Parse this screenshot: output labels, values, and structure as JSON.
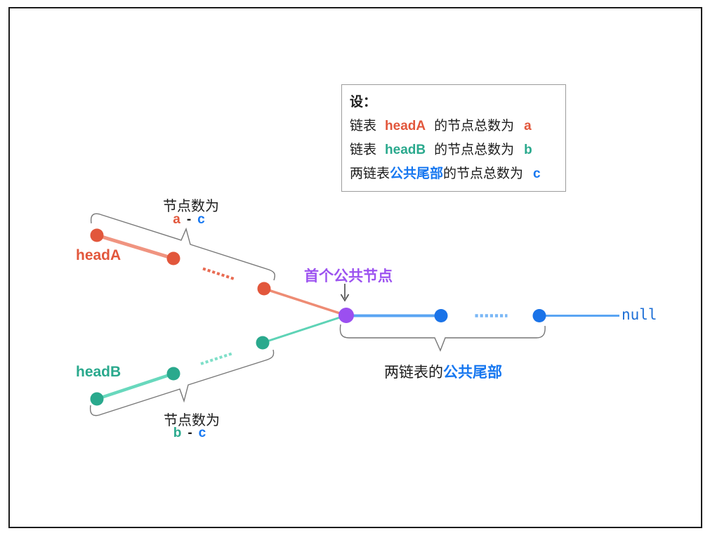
{
  "legend": {
    "title": "设：",
    "line_a": {
      "prefix": "链表",
      "name": "headA",
      "middle": "的节点总数为",
      "value": "a"
    },
    "line_b": {
      "prefix": "链表",
      "name": "headB",
      "middle": "的节点总数为",
      "value": "b"
    },
    "line_c": {
      "prefix": "两链表",
      "name": "公共尾部",
      "middle": "的节点总数为",
      "value": "c"
    }
  },
  "list_a": {
    "head_label": "headA",
    "count_caption": "节点数为",
    "count_expr": {
      "left": "a",
      "operator": "-",
      "right": "c"
    }
  },
  "list_b": {
    "head_label": "headB",
    "count_caption": "节点数为",
    "count_expr": {
      "left": "b",
      "operator": "-",
      "right": "c"
    }
  },
  "intersection": {
    "label": "首个公共节点"
  },
  "tail": {
    "caption_prefix": "两链表的",
    "caption_highlight": "公共尾部",
    "terminator": "null"
  },
  "colors": {
    "list_a_node": "#e2573c",
    "list_a_line": "#f09480",
    "list_b_node": "#2aa98d",
    "list_b_line": "#68d8bd",
    "tail_node": "#1a73e8",
    "tail_line": "#5aa5f3",
    "intersection_node": "#9b4ff0",
    "intersection_text": "#9c52f0",
    "highlight_blue": "#1677f0",
    "null_text": "#1d6fd6",
    "brace": "#777777",
    "text": "#1c1c1c"
  }
}
